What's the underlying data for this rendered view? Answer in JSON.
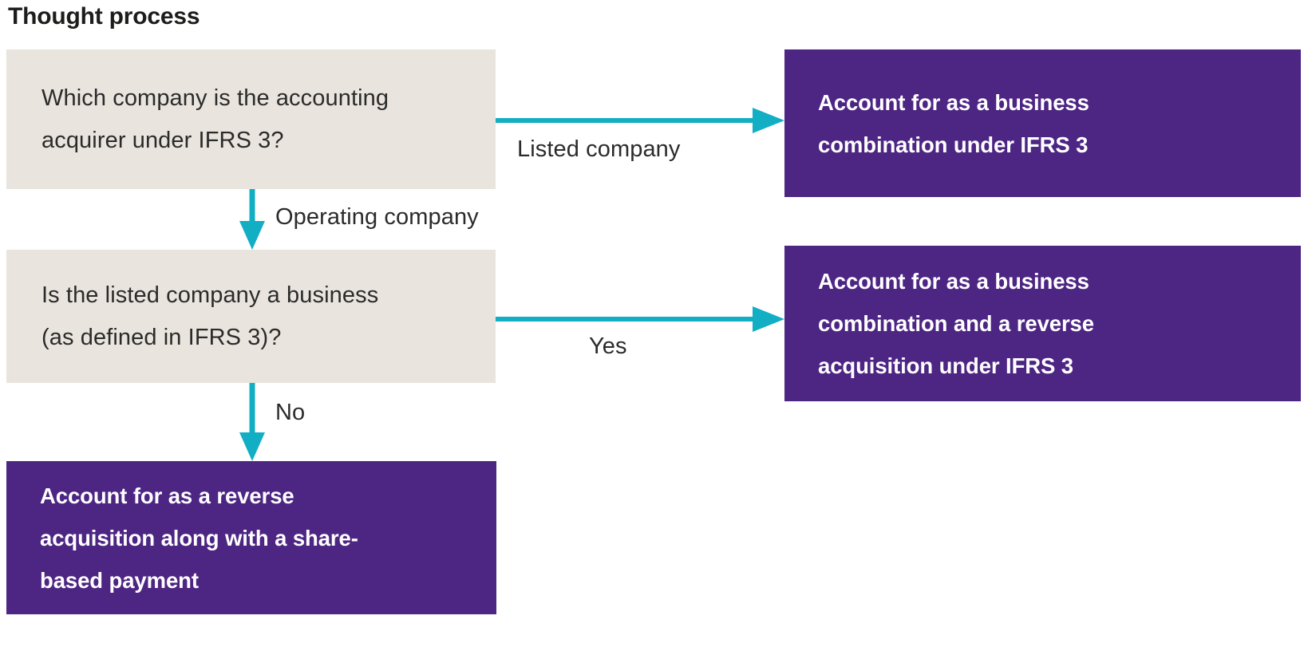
{
  "title": "Thought process",
  "colors": {
    "question_box_bg": "#e9e5de",
    "outcome_box_bg": "#4d2583",
    "arrow": "#12aec3",
    "title_text": "#1d1d1b",
    "question_text": "#2b2b2b",
    "outcome_text": "#ffffff",
    "page_bg": "#ffffff"
  },
  "flowchart": {
    "type": "decision-flowchart",
    "nodes": [
      {
        "id": "q1",
        "kind": "question",
        "lines": [
          "Which company is the accounting",
          "acquirer under IFRS 3?"
        ],
        "text": "Which company is the accounting acquirer under IFRS 3?"
      },
      {
        "id": "out1",
        "kind": "outcome",
        "lines": [
          "Account for as a business",
          "combination under IFRS 3"
        ],
        "text": "Account for as a business combination under IFRS 3"
      },
      {
        "id": "q2",
        "kind": "question",
        "lines": [
          "Is the listed company a business",
          "(as defined in IFRS 3)?"
        ],
        "text": "Is the listed company a business (as defined in IFRS 3)?"
      },
      {
        "id": "out2",
        "kind": "outcome",
        "lines": [
          "Account for as a business",
          "combination and a reverse",
          "acquisition under IFRS 3"
        ],
        "text": "Account for as a business combination and a reverse acquisition under IFRS 3"
      },
      {
        "id": "out3",
        "kind": "outcome",
        "lines": [
          "Account for as a reverse",
          "acquisition along with a share-",
          "based payment"
        ],
        "text": "Account for as a reverse acquisition along with a share-based payment"
      }
    ],
    "edges": [
      {
        "id": "e1",
        "from": "q1",
        "to": "out1",
        "label": "Listed company",
        "direction": "right"
      },
      {
        "id": "e2",
        "from": "q1",
        "to": "q2",
        "label": "Operating company",
        "direction": "down"
      },
      {
        "id": "e3",
        "from": "q2",
        "to": "out2",
        "label": "Yes",
        "direction": "right"
      },
      {
        "id": "e4",
        "from": "q2",
        "to": "out3",
        "label": "No",
        "direction": "down"
      }
    ]
  }
}
